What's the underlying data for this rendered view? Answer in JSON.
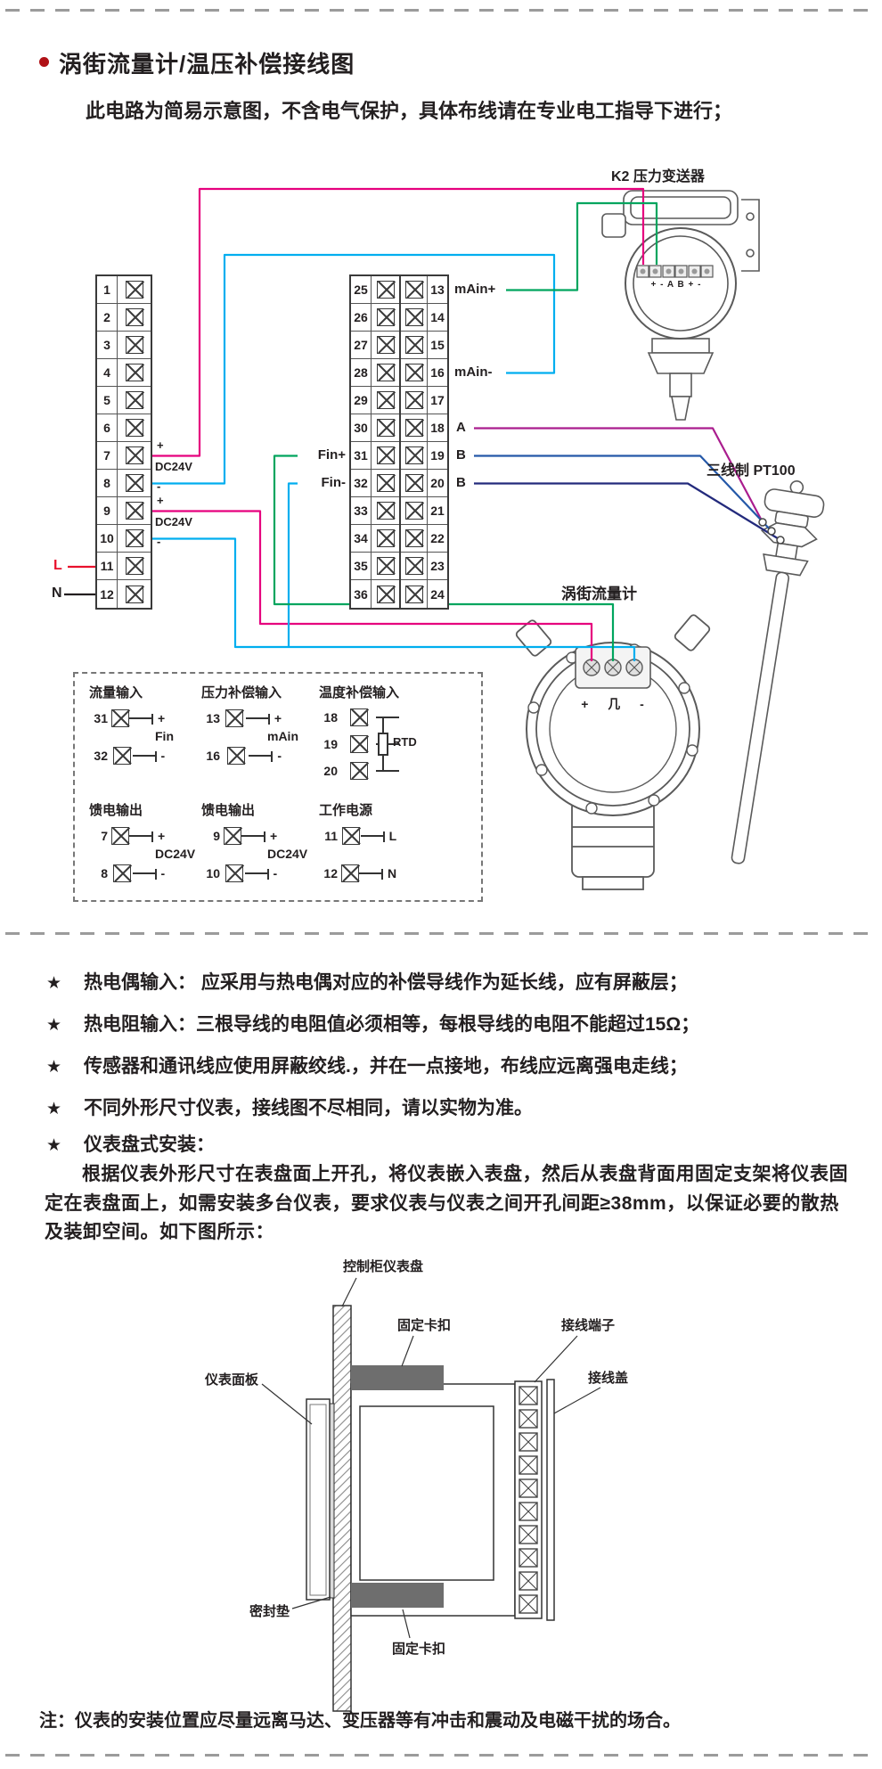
{
  "colors": {
    "magenta": "#e6007e",
    "cyan": "#00aeef",
    "green": "#00a55e",
    "purple": "#aa1d8e",
    "blue": "#2458a8",
    "navy": "#232a7c",
    "red": "#e8112d",
    "black": "#231f20"
  },
  "header": {
    "title": "涡街流量计/温压补偿接线图",
    "subtitle": "此电路为简易示意图，不含电气保护，具体布线请在专业电工指导下进行；"
  },
  "wiring": {
    "left_block_numbers": [
      1,
      2,
      3,
      4,
      5,
      6,
      7,
      8,
      9,
      10,
      11,
      12
    ],
    "mid_block_left_numbers": [
      25,
      26,
      27,
      28,
      29,
      30,
      31,
      32,
      33,
      34,
      35,
      36
    ],
    "mid_block_right_numbers": [
      13,
      14,
      15,
      16,
      17,
      18,
      19,
      20,
      21,
      22,
      23,
      24
    ],
    "labels": {
      "main_plus": "mAin+",
      "main_minus": "mAin-",
      "a": "A",
      "b1": "B",
      "b2": "B",
      "fin_plus": "Fin+",
      "fin_minus": "Fin-",
      "plus1": "+",
      "minus1": "-",
      "dc24v1": "DC24V",
      "plus2": "+",
      "minus2": "-",
      "dc24v2": "DC24V",
      "line_l": "L",
      "line_n": "N"
    },
    "devices": {
      "pressure_transmitter_label": "K2 压力变送器",
      "pressure_transmitter_terminals": "+ - A B + -",
      "pt100_label": "三线制 PT100",
      "flowmeter_label": "涡街流量计",
      "flowmeter_terminals": "+ 几 -"
    }
  },
  "legend": {
    "sections": [
      {
        "title": "流量输入",
        "top_num": "31",
        "bot_num": "32",
        "top_sign": "+",
        "bot_sign": "-",
        "mid": "Fin"
      },
      {
        "title": "压力补偿输入",
        "top_num": "13",
        "bot_num": "16",
        "top_sign": "+",
        "bot_sign": "-",
        "mid": "mAin"
      },
      {
        "title": "温度补偿输入",
        "nums": [
          "18",
          "19",
          "20"
        ],
        "mid": "RTD"
      },
      {
        "title": "馈电输出",
        "top_num": "7",
        "bot_num": "8",
        "top_sign": "+",
        "bot_sign": "-",
        "mid": "DC24V"
      },
      {
        "title": "馈电输出",
        "top_num": "9",
        "bot_num": "10",
        "top_sign": "+",
        "bot_sign": "-",
        "mid": "DC24V"
      },
      {
        "title": "工作电源",
        "top_num": "11",
        "bot_num": "12",
        "top_sign": "L",
        "bot_sign": "N",
        "mid": ""
      }
    ]
  },
  "notes": {
    "star": "★",
    "items": [
      "热电偶输入： 应采用与热电偶对应的补偿导线作为延长线，应有屏蔽层；",
      "热电阻输入：三根导线的电阻值必须相等，每根导线的电阻不能超过15Ω；",
      "传感器和通讯线应使用屏蔽绞线.，并在一点接地，布线应远离强电走线；",
      "不同外形尺寸仪表，接线图不尽相同，请以实物为准。",
      "仪表盘式安装："
    ],
    "paragraph": "根据仪表外形尺寸在表盘面上开孔，将仪表嵌入表盘，然后从表盘背面用固定支架将仪表固定在表盘面上，如需安装多台仪表，要求仪表与仪表之间开孔间距≥38mm，以保证必要的散热及装卸空间。如下图所示："
  },
  "install": {
    "labels": {
      "panel": "控制柜仪表盘",
      "clip_top": "固定卡扣",
      "terminal": "接线端子",
      "cover": "接线盖",
      "front_panel": "仪表面板",
      "gasket": "密封垫",
      "clip_bottom": "固定卡扣"
    }
  },
  "footnote": "注：仪表的安装位置应尽量远离马达、变压器等有冲击和震动及电磁干扰的场合。"
}
